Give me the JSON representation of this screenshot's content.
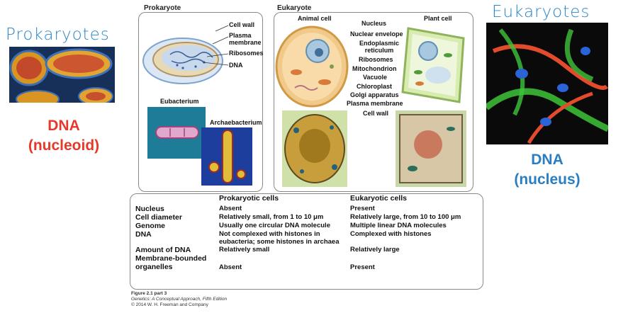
{
  "handwriting": {
    "left_title": "Prokaryotes",
    "right_title": "Eukaryotes"
  },
  "left_caption": {
    "line1": "DNA",
    "line2": "(nucleoid)"
  },
  "right_caption": {
    "line1": "DNA",
    "line2": "(nucleus)"
  },
  "prokaryote_panel": {
    "title": "Prokaryote",
    "labels": [
      "Cell wall",
      "Plasma membrane",
      "Ribosomes",
      "DNA"
    ],
    "sub1": "Eubacterium",
    "sub2": "Archaebacterium"
  },
  "eukaryote_panel": {
    "title": "Eukaryote",
    "animal_cell": "Animal cell",
    "plant_cell": "Plant cell",
    "labels": [
      "Nucleus",
      "Nuclear envelope",
      "Endoplasmic reticulum",
      "Ribosomes",
      "Mitochondrion",
      "Vacuole",
      "Chloroplast",
      "Golgi apparatus",
      "Plasma membrane",
      "Cell wall"
    ]
  },
  "table": {
    "headers": [
      "",
      "Prokaryotic cells",
      "Eukaryotic cells"
    ],
    "rows": [
      [
        "Nucleus",
        "Absent",
        "Present"
      ],
      [
        "Cell diameter",
        "Relatively small, from 1 to 10 μm",
        "Relatively large, from 10 to 100 μm"
      ],
      [
        "Genome",
        "Usually one circular DNA molecule",
        "Multiple linear DNA molecules"
      ],
      [
        "DNA",
        "Not complexed with histones in eubacteria; some histones in archaea",
        "Complexed with histones"
      ],
      [
        "Amount of DNA",
        "Relatively small",
        "Relatively large"
      ],
      [
        "Membrane-bounded organelles",
        "Absent",
        "Present"
      ]
    ]
  },
  "figure_credit": {
    "line1": "Figure 2.1 part 3",
    "line2": "Genetics: A Conceptual Approach, Fifth Edition",
    "line3": "© 2014 W. H. Freeman and Company"
  }
}
